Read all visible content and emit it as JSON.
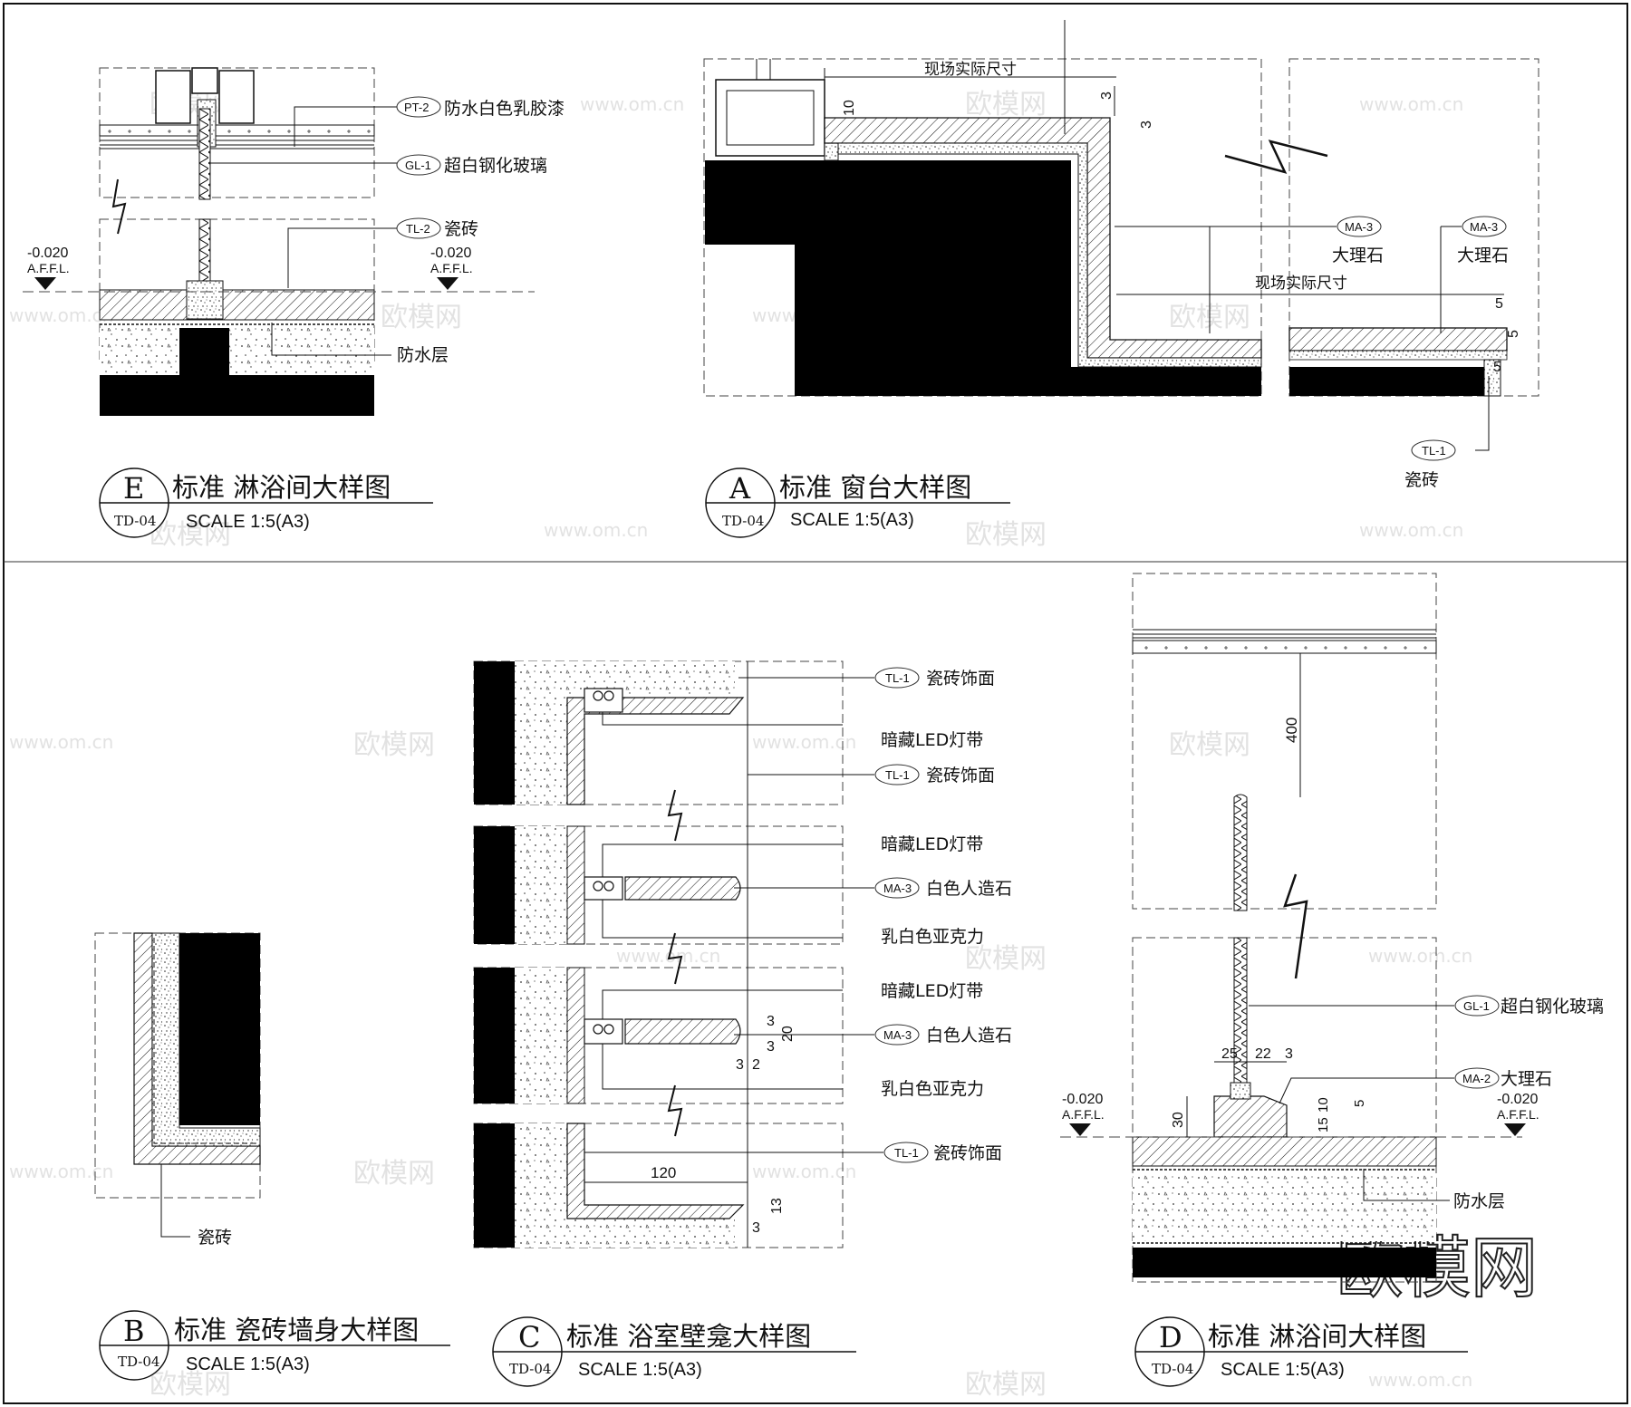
{
  "colors": {
    "ink": "#111111",
    "paper": "#ffffff",
    "solid": "#000000",
    "watermark": "#c8c8c8"
  },
  "tags": {
    "pt2": "PT-2",
    "gl1": "GL-1",
    "tl1": "TL-1",
    "tl2": "TL-2",
    "ma2": "MA-2",
    "ma3": "MA-3"
  },
  "detail_E": {
    "letter": "E",
    "sheet_ref": "TD-04",
    "title": "标准  淋浴间大样图",
    "scale": "SCALE 1:5(A3)",
    "callouts": {
      "paint": "防水白色乳胶漆",
      "glass": "超白钢化玻璃",
      "tile": "瓷砖",
      "waterproof": "防水层"
    },
    "level_value": "-0.020",
    "level_ref": "A.F.F.L."
  },
  "detail_A": {
    "letter": "A",
    "sheet_ref": "TD-04",
    "title": "标准  窗台大样图",
    "scale": "SCALE 1:5(A3)",
    "callouts": {
      "marble_1": "大理石",
      "marble_2": "大理石",
      "tile": "瓷砖"
    },
    "site_dim_label": "现场实际尺寸",
    "dims": {
      "d10": "10",
      "d3a": "3",
      "d3b": "3",
      "d5a": "5",
      "d5b": "5",
      "d5c": "5"
    }
  },
  "detail_B": {
    "letter": "B",
    "sheet_ref": "TD-04",
    "title": "标准  瓷砖墙身大样图",
    "scale": "SCALE 1:5(A3)",
    "callouts": {
      "tile": "瓷砖"
    }
  },
  "detail_C": {
    "letter": "C",
    "sheet_ref": "TD-04",
    "title": "标准  浴室壁龛大样图",
    "scale": "SCALE 1:5(A3)",
    "callouts": {
      "tile_face_1": "瓷砖饰面",
      "led_1": "暗藏LED灯带",
      "tile_face_2": "瓷砖饰面",
      "led_2": "暗藏LED灯带",
      "stone_1": "白色人造石",
      "acrylic_1": "乳白色亚克力",
      "led_3": "暗藏LED灯带",
      "stone_2": "白色人造石",
      "acrylic_2": "乳白色亚克力",
      "tile_face_3": "瓷砖饰面"
    },
    "dims": {
      "d3a": "3",
      "d3b": "3",
      "d20": "20",
      "d3c": "3",
      "d2": "2",
      "d120": "120",
      "d13": "13",
      "d3d": "3"
    }
  },
  "detail_D": {
    "letter": "D",
    "sheet_ref": "TD-04",
    "title": "标准  淋浴间大样图",
    "scale": "SCALE 1:5(A3)",
    "callouts": {
      "glass": "超白钢化玻璃",
      "marble": "大理石",
      "waterproof": "防水层"
    },
    "level_value": "-0.020",
    "level_ref": "A.F.F.L.",
    "dims": {
      "d400": "400",
      "d25": "25",
      "d22": "22",
      "d3": "3",
      "d30": "30",
      "d15": "15",
      "d10": "10",
      "d5": "5"
    }
  },
  "watermark": {
    "brand": "欧模网",
    "url": "www.om.cn"
  }
}
